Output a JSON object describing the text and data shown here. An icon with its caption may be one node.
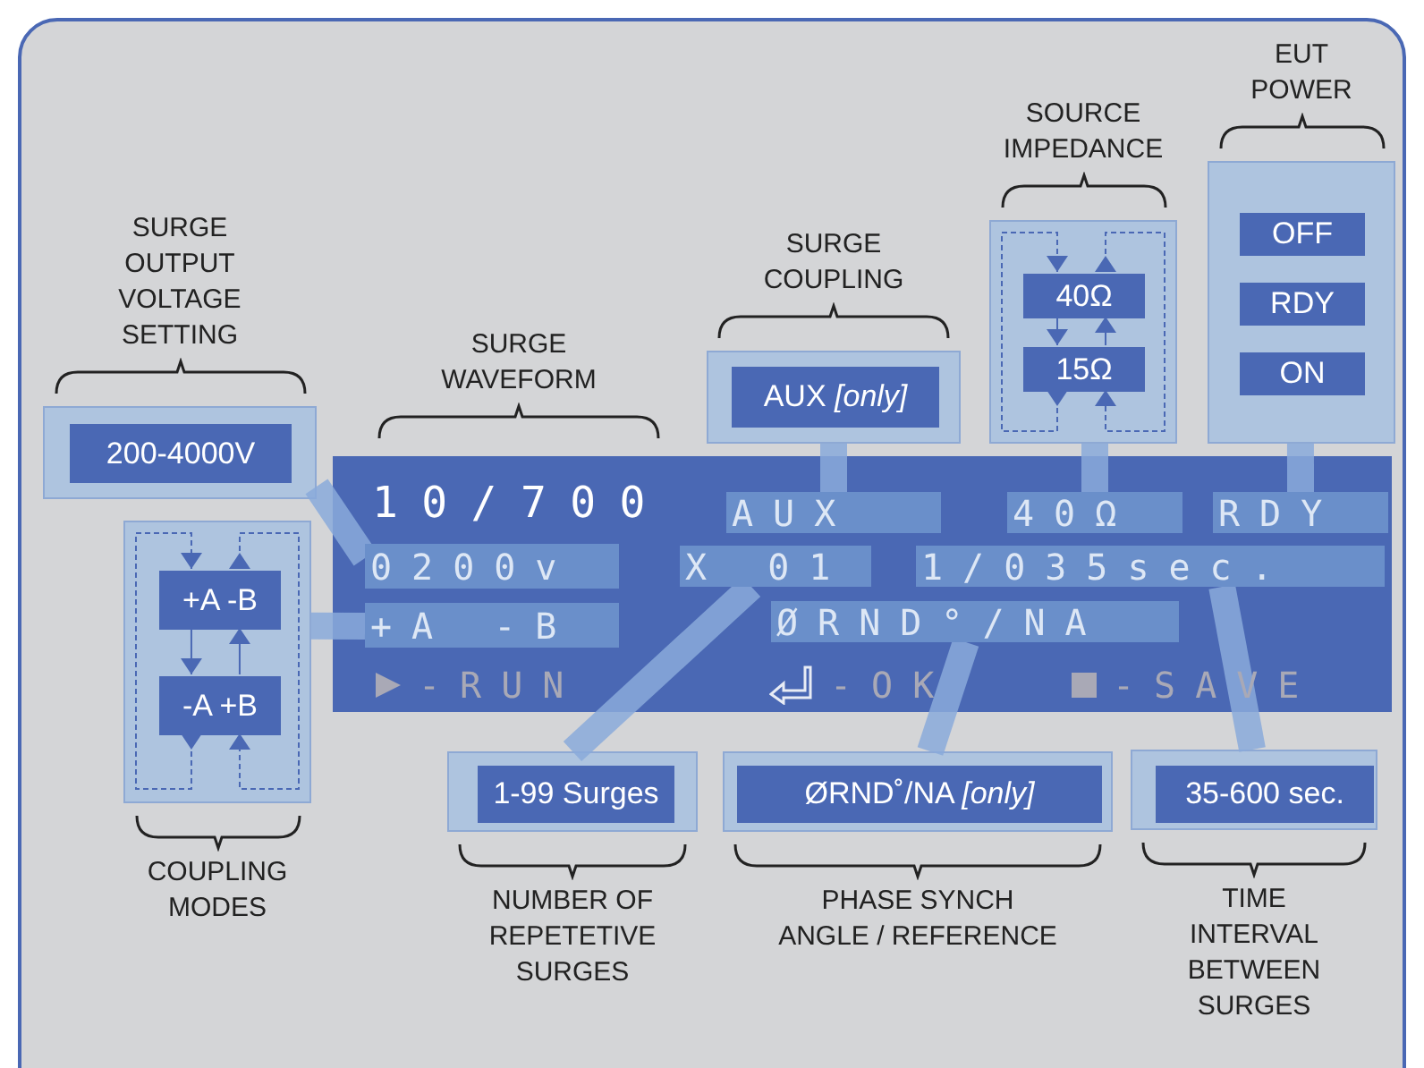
{
  "diagram": {
    "nodes": [
      {
        "text": [
          "SURGE OUTPUT VOLTAGE SETTING"
        ]
      },
      {
        "text": [
          "200-4000V"
        ],
        "in": 0
      },
      {
        "text": [
          "EUT POWER"
        ]
      },
      {
        "text": [
          "OFF"
        ],
        "in": 2
      },
      {
        "text": [
          "RDY"
        ],
        "in": 2
      },
      {
        "text": [
          "ON"
        ],
        "in": 2
      },
      {
        "text": [
          "SOURCE IMPEDANCE"
        ]
      },
      {
        "text": [
          "40Ω"
        ],
        "in": 6
      },
      {
        "text": [
          "15Ω"
        ],
        "in": 6
      },
      {
        "text": [
          "SURGE COUPLING"
        ]
      },
      {
        "text": [
          "AUX *[only]*"
        ],
        "in": 9
      },
      {
        "text": [
          "COUPLING MODES"
        ]
      },
      {
        "text": [
          "+A -B"
        ],
        "in": 11
      },
      {
        "text": [
          "-A +B"
        ],
        "in": 11
      },
      {
        "text": [],
        "shape": "box"
      },
      {
        "text": [
          "10/700"
        ],
        "in": 14
      },
      {
        "text": [
          "AUX"
        ],
        "in": 14
      },
      {
        "text": [
          "40Ω"
        ],
        "in": 14
      },
      {
        "text": [
          "RDY"
        ],
        "in": 14
      },
      {
        "text": [
          "0200v"
        ],
        "in": 14
      },
      {
        "text": [
          "X 01"
        ],
        "in": 14
      },
      {
        "text": [
          "1/035sec."
        ],
        "in": 14
      },
      {
        "text": [
          "+A -B"
        ],
        "in": 14
      },
      {
        "text": [
          "ØRND°/NA"
        ],
        "in": 14
      },
      {
        "text": [
          "NUMBER OF REPETETIVE SURGES"
        ]
      },
      {
        "text": [
          "1-99 Surges"
        ],
        "in": 24
      },
      {
        "text": [
          "PHASE SYNCH ANGLE / REFERENCE"
        ]
      },
      {
        "text": [
          "ØRND˚/NA *[only]*"
        ],
        "in": 26
      },
      {
        "text": [
          "TIME INTERVAL BETWEEN SURGES"
        ]
      },
      {
        "text": [
          "35-600 sec."
        ],
        "in": 28
      }
    ],
    "edges": [
      {
        "from": 0,
        "to": 19,
        "arrow": "none",
        "style": "thick",
        "color": "#8aaadb"
      },
      {
        "from": 9,
        "to": 16,
        "arrow": "none",
        "style": "thick",
        "color": "#8aaadb"
      },
      {
        "from": 6,
        "to": 17,
        "arrow": "none",
        "style": "thick",
        "color": "#8aaadb"
      },
      {
        "from": 2,
        "to": 18,
        "arrow": "none",
        "style": "thick",
        "color": "#8aaadb"
      },
      {
        "from": 11,
        "to": 22,
        "arrow": "none",
        "style": "thick",
        "color": "#8aaadb"
      },
      {
        "from": 24,
        "to": 20,
        "arrow": "none",
        "style": "thick",
        "color": "#8aaadb"
      },
      {
        "from": 26,
        "to": 23,
        "arrow": "none",
        "style": "thick",
        "color": "#8aaadb"
      },
      {
        "from": 28,
        "to": 21,
        "arrow": "none",
        "style": "thick",
        "color": "#8aaadb"
      },
      {
        "from": 7,
        "to": 8,
        "arrow": "to"
      },
      {
        "from": 8,
        "to": 7,
        "arrow": "to"
      },
      {
        "from": 8,
        "to": 7,
        "arrow": "to",
        "style": "dashed"
      },
      {
        "from": 7,
        "to": 8,
        "arrow": "to",
        "style": "dashed"
      },
      {
        "from": 12,
        "to": 13,
        "arrow": "to"
      },
      {
        "from": 13,
        "to": 12,
        "arrow": "to"
      },
      {
        "from": 13,
        "to": 12,
        "arrow": "to",
        "style": "dashed"
      },
      {
        "from": 12,
        "to": 13,
        "arrow": "to",
        "style": "dashed"
      }
    ],
    "labels": [
      "SURGE WAVEFORM",
      "-RUN",
      "-OK",
      "-SAVE"
    ]
  }
}
